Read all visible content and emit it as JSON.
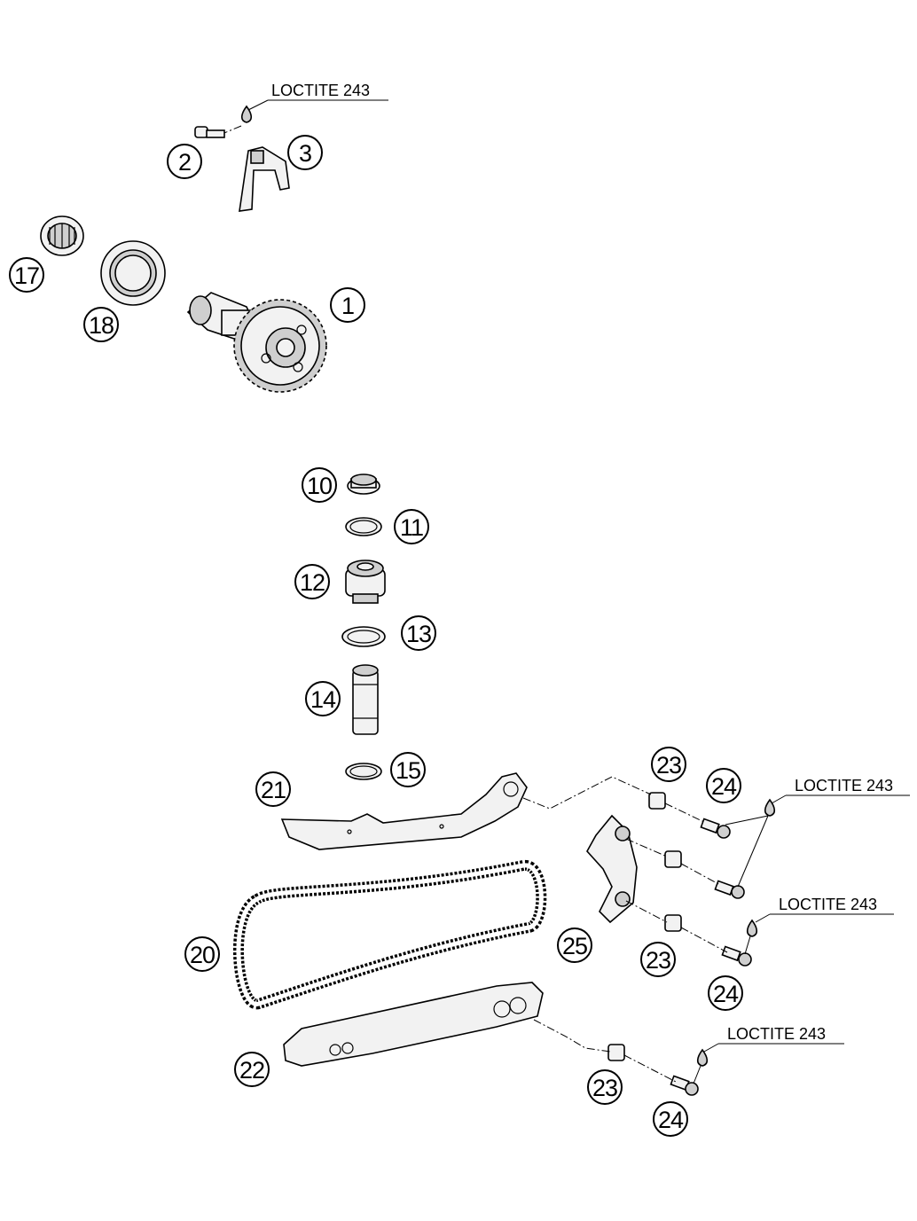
{
  "callouts": {
    "c1": "1",
    "c2": "2",
    "c3": "3",
    "c10": "10",
    "c11": "11",
    "c12": "12",
    "c13": "13",
    "c14": "14",
    "c15": "15",
    "c17": "17",
    "c18": "18",
    "c20": "20",
    "c21": "21",
    "c22": "22",
    "c23a": "23",
    "c23b": "23",
    "c23c": "23",
    "c24a": "24",
    "c24b": "24",
    "c24c": "24",
    "c25": "25"
  },
  "loctite": {
    "l1": "LOCTITE 243",
    "l2": "LOCTITE 243",
    "l3": "LOCTITE 243",
    "l4": "LOCTITE 243"
  },
  "colors": {
    "line": "#000000",
    "background": "#ffffff",
    "part_fill": "#f2f2f2"
  }
}
